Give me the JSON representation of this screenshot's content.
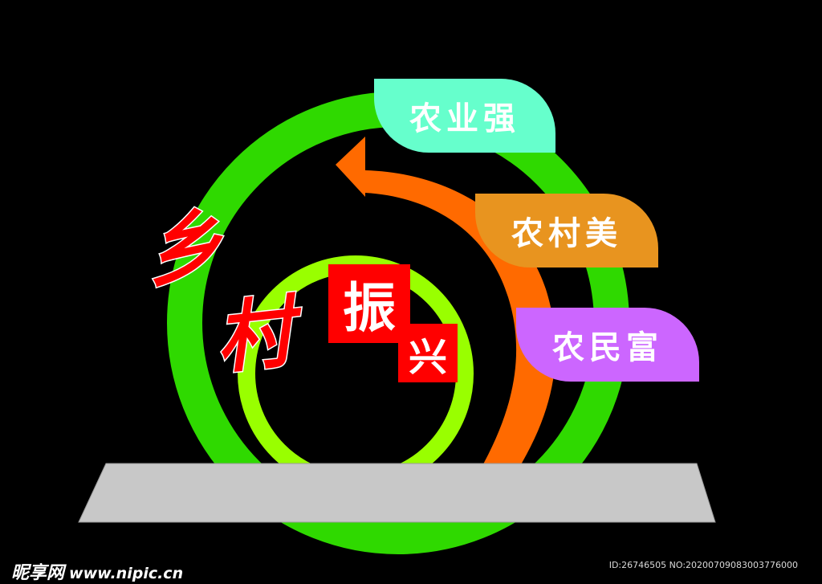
{
  "colors": {
    "background": "#000000",
    "outer_ring": "#2fd900",
    "inner_ring": "#99ff00",
    "arrow": "#ff6a00",
    "base": "#c8c8c8",
    "tag_agriculture": "#66ffcc",
    "tag_village": "#e8941f",
    "tag_farmers": "#cc66ff",
    "title_red": "#ff0000"
  },
  "title": {
    "char1": "乡",
    "char2": "村",
    "char3": "振",
    "char4": "兴"
  },
  "tags": [
    {
      "label": "农业强"
    },
    {
      "label": "农村美"
    },
    {
      "label": "农民富"
    }
  ],
  "watermark": {
    "brand": "昵享网",
    "url": "www.nipic.cn",
    "id_text": "ID:26746505 NO:20200709083003776000"
  }
}
